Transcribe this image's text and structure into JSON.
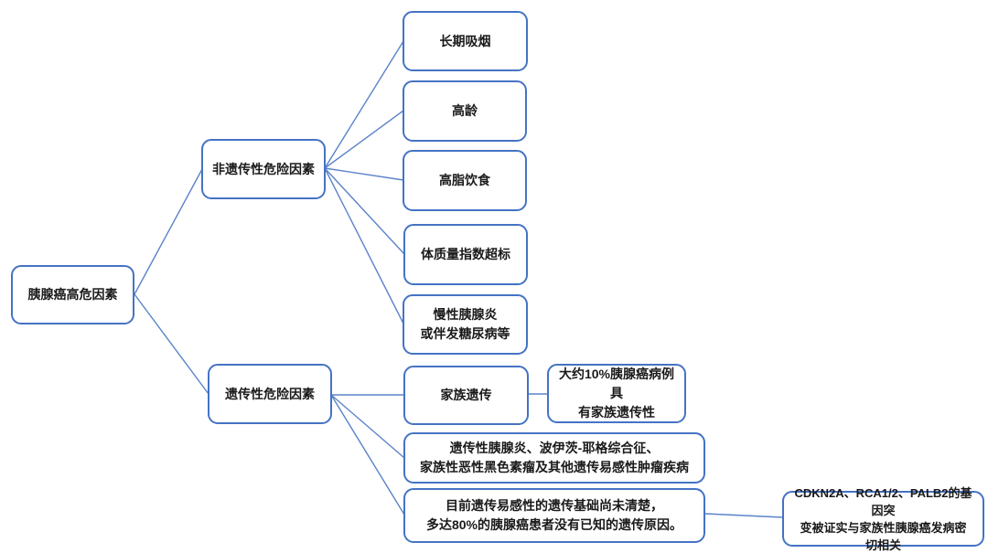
{
  "diagram": {
    "topic": "胰腺癌高危因素",
    "colors": {
      "node_border": "#4573c4",
      "connector_line": "#5b83c9",
      "text": "#1a1a1a",
      "background": "#ffffff"
    },
    "nodes": {
      "root": {
        "text": "胰腺癌高危因素"
      },
      "nongenetic": {
        "text": "非遗传性危险因素"
      },
      "genetic": {
        "text": "遗传性危险因素"
      },
      "smoking": {
        "text": "长期吸烟"
      },
      "age": {
        "text": "高龄"
      },
      "diet": {
        "text": "高脂饮食"
      },
      "bmi": {
        "text": "体质量指数超标"
      },
      "pancreatitis": {
        "text": "慢性胰腺炎\n或伴发糖尿病等"
      },
      "family": {
        "text": "家族遗传"
      },
      "family_note": {
        "text": "大约10%胰腺癌病例具\n有家族遗传性"
      },
      "syndromes": {
        "text": "遗传性胰腺炎、波伊茨-耶格综合征、\n家族性恶性黑色素瘤及其他遗传易感性肿瘤疾病"
      },
      "unknown": {
        "text": "目前遗传易感性的遗传基础尚未清楚，\n多达80%的胰腺癌患者没有已知的遗传原因。"
      },
      "genes": {
        "text": "CDKN2A、RCA1/2、PALB2的基因突\n变被证实与家族性胰腺癌发病密\n切相关"
      }
    }
  }
}
